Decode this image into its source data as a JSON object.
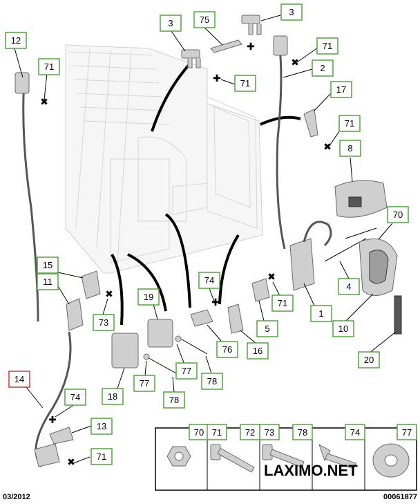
{
  "footer": {
    "date": "03/2012",
    "code": "00061877"
  },
  "watermark": "LAXIMO.NET",
  "callouts": {
    "c1": "1",
    "c2": "2",
    "c3a": "3",
    "c3b": "3",
    "c4": "4",
    "c5": "5",
    "c8": "8",
    "c10": "10",
    "c11": "11",
    "c12": "12",
    "c13": "13",
    "c14": "14",
    "c15": "15",
    "c16": "16",
    "c17": "17",
    "c18": "18",
    "c19": "19",
    "c20": "20",
    "c70": "70",
    "c71a": "71",
    "c71b": "71",
    "c71c": "71",
    "c71d": "71",
    "c71e": "71",
    "c71f": "71",
    "c73": "73",
    "c74a": "74",
    "c74b": "74",
    "c75": "75",
    "c76": "76",
    "c77a": "77",
    "c77b": "77",
    "c78a": "78",
    "c78b": "78"
  },
  "legend": {
    "items": [
      "70",
      "71",
      "72",
      "73",
      "78",
      "74",
      "77"
    ]
  },
  "colors": {
    "callout_border": "#4ea83a",
    "highlight_border": "#d93030"
  }
}
